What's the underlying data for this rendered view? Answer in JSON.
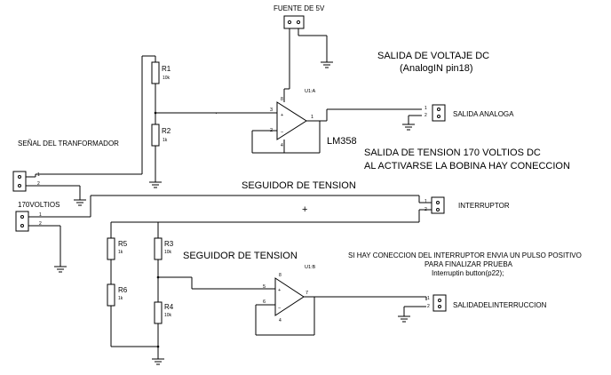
{
  "labels": {
    "fuente": "FUENTE DE 5V",
    "salida_voltaje_title": "SALIDA DE VOLTAJE DC",
    "salida_voltaje_sub": "(AnalogIN pin18)",
    "senal": "SEÑAL DEL TRANFORMADOR",
    "lm358": "LM358",
    "salida_tension_1": "SALIDA DE TENSION 170 VOLTIOS DC",
    "salida_tension_2": "AL ACTIVARSE LA BOBINA HAY CONECCION",
    "seguidor_1": "SEGUIDOR DE TENSION",
    "seguidor_2": "SEGUIDOR DE TENSION",
    "voltios": "170VOLTIOS",
    "interruptor": "INTERRUPTOR",
    "salida_analoga": "SALIDA ANALOGA",
    "salida_interr": "SALIDADELINTERRUCCION",
    "note_1": "SI HAY CONECCION DEL INTERRUPTOR ENVIA UN PULSO POSITIVO",
    "note_2": "PARA FINALIZAR PRUEBA",
    "note_3": "Interruptin button(p22);",
    "plus": "+"
  },
  "components": {
    "R1": {
      "name": "R1",
      "value": "10k"
    },
    "R2": {
      "name": "R2",
      "value": "1k"
    },
    "R3": {
      "name": "R3",
      "value": "10k"
    },
    "R4": {
      "name": "R4",
      "value": "10k"
    },
    "R5": {
      "name": "R5",
      "value": "1k"
    },
    "R6": {
      "name": "R6",
      "value": "1k"
    },
    "U1A": {
      "name": "U1:A",
      "pin_plus": "3",
      "pin_minus": "2",
      "pin_out": "1",
      "pin_vcc": "8",
      "pin_gnd": "4"
    },
    "U1B": {
      "name": "U1:B",
      "pin_plus": "5",
      "pin_minus": "6",
      "pin_out": "7",
      "pin_vcc": "8",
      "pin_gnd": "4"
    }
  },
  "connectors": {
    "pin1": "1",
    "pin2": "2"
  }
}
